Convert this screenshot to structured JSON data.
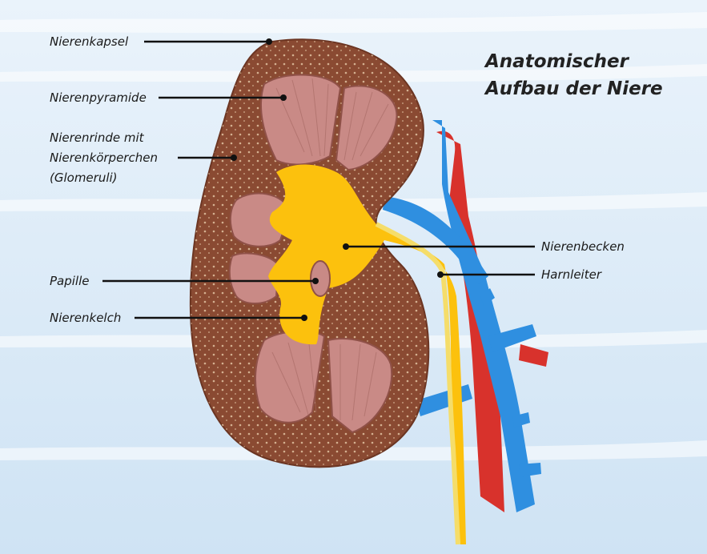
{
  "title": {
    "line1": "Anatomischer",
    "line2": "Aufbau der Niere"
  },
  "labels": {
    "nierenkapsel": "Nierenkapsel",
    "nierenpyramide": "Nierenpyramide",
    "nierenrinde_1": "Nierenrinde mit",
    "nierenrinde_2": "Nierenkörperchen",
    "nierenrinde_3": "(Glomeruli)",
    "papille": "Papille",
    "nierenkelch": "Nierenkelch",
    "nierenbecken": "Nierenbecken",
    "harnleiter": "Harnleiter"
  },
  "colors": {
    "background": "#dcebf7",
    "cortex": "#8a4a32",
    "pyramid": "#c98a86",
    "pelvis": "#fcc10d",
    "vein": "#2f8fe0",
    "artery": "#d8322c",
    "ureter": "#f5dd6a"
  }
}
